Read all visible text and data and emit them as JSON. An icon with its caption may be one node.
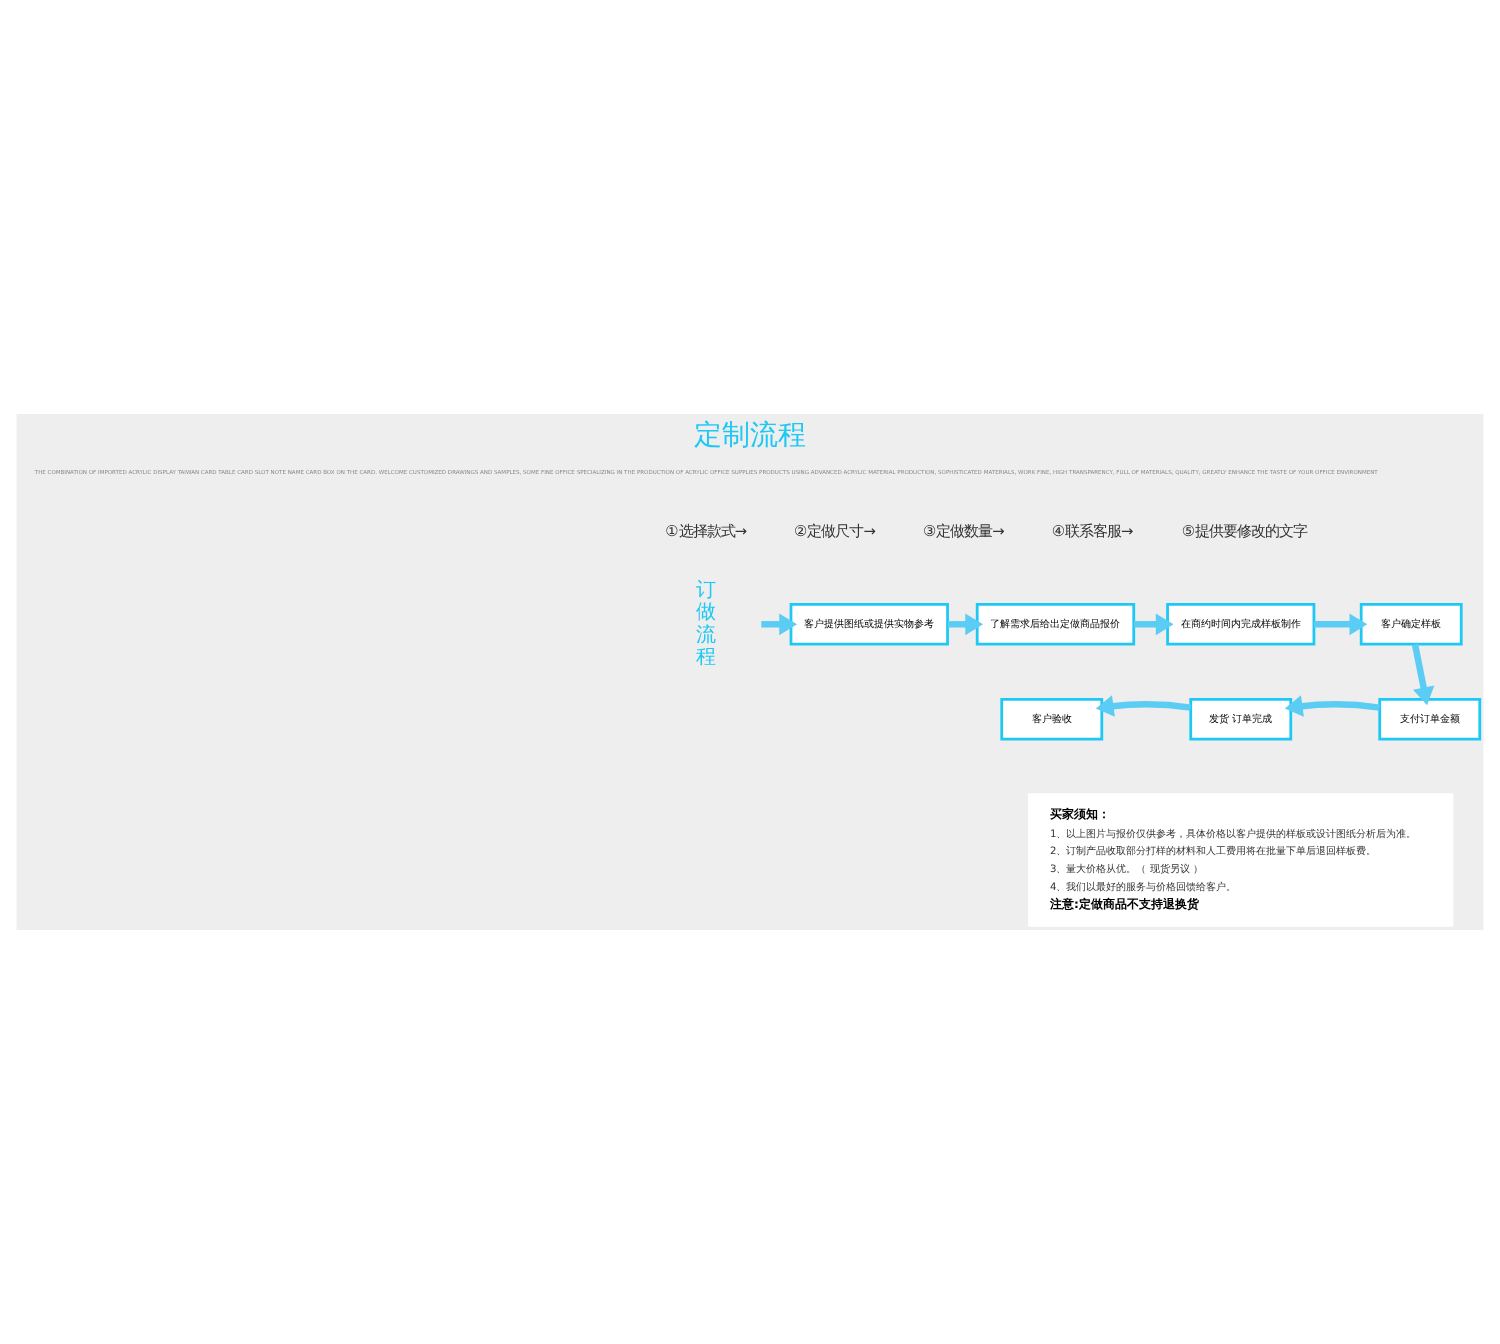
{
  "diagram": {
    "title": "定制流程",
    "nodes": [
      {
        "text": [
          "客户提供图纸或提供实物参考"
        ]
      },
      {
        "text": [
          "了解需求后给出定做商品报价"
        ]
      },
      {
        "text": [
          "在商约时间内完成样板制作"
        ]
      },
      {
        "text": [
          "客户确定样板"
        ]
      },
      {
        "text": [
          "支付订单金额"
        ]
      },
      {
        "text": [
          "发货 订单完成"
        ]
      },
      {
        "text": [
          "客户验收"
        ]
      },
      {
        "text": [
          "买家须知：",
          "1、以上图片与报价仅供参考，具体价格以客户提供的样板或设计图纸分析后为准。",
          "2、订制产品收取部分打样的材料和人工费用将在批量下单后退回样板费。",
          "3、量大价格从优。（ 现货另议 ）",
          "4、我们以最好的服务与价格回馈给客户。",
          "注意:定做商品不支持退换货"
        ]
      }
    ],
    "edges": [
      {
        "from": null,
        "to": 0,
        "arrow": "to"
      },
      {
        "from": 0,
        "to": 1,
        "arrow": "to"
      },
      {
        "from": 1,
        "to": 2,
        "arrow": "to"
      },
      {
        "from": 2,
        "to": 3,
        "arrow": "to"
      },
      {
        "from": 3,
        "to": 4,
        "arrow": "to"
      },
      {
        "from": 4,
        "to": 5,
        "arrow": "to"
      },
      {
        "from": 5,
        "to": 6,
        "arrow": "to"
      }
    ],
    "labels": [
      "THE COMBINATION OF IMPORTED ACRYLIC DISPLAY TAIWAN CARD TABLE CARD SLOT NOTE NAME CARD BOX ON THE CARD. WELCOME CUSTOMIZED DRAWINGS AND SAMPLES, SOME FINE OFFICE SPECIALIZING IN THE PRODUCTION OF ACRYLIC OFFICE SUPPLIES PRODUCTS USING ADVANCED ACRYLIC MATERIAL PRODUCTION, SOPHISTICATED MATERIALS, WORK FINE, HIGH TRANSPARENCY, FULL OF MATERIALS, QUALITY, GREATLY ENHANCE THE TASTE OF YOUR OFFICE ENVIRONMENT",
      "①选择款式→",
      "②定做尺寸→",
      "③定做数量→",
      "④联系客服→",
      "⑤提供要修改的文字",
      "订做流程"
    ]
  }
}
